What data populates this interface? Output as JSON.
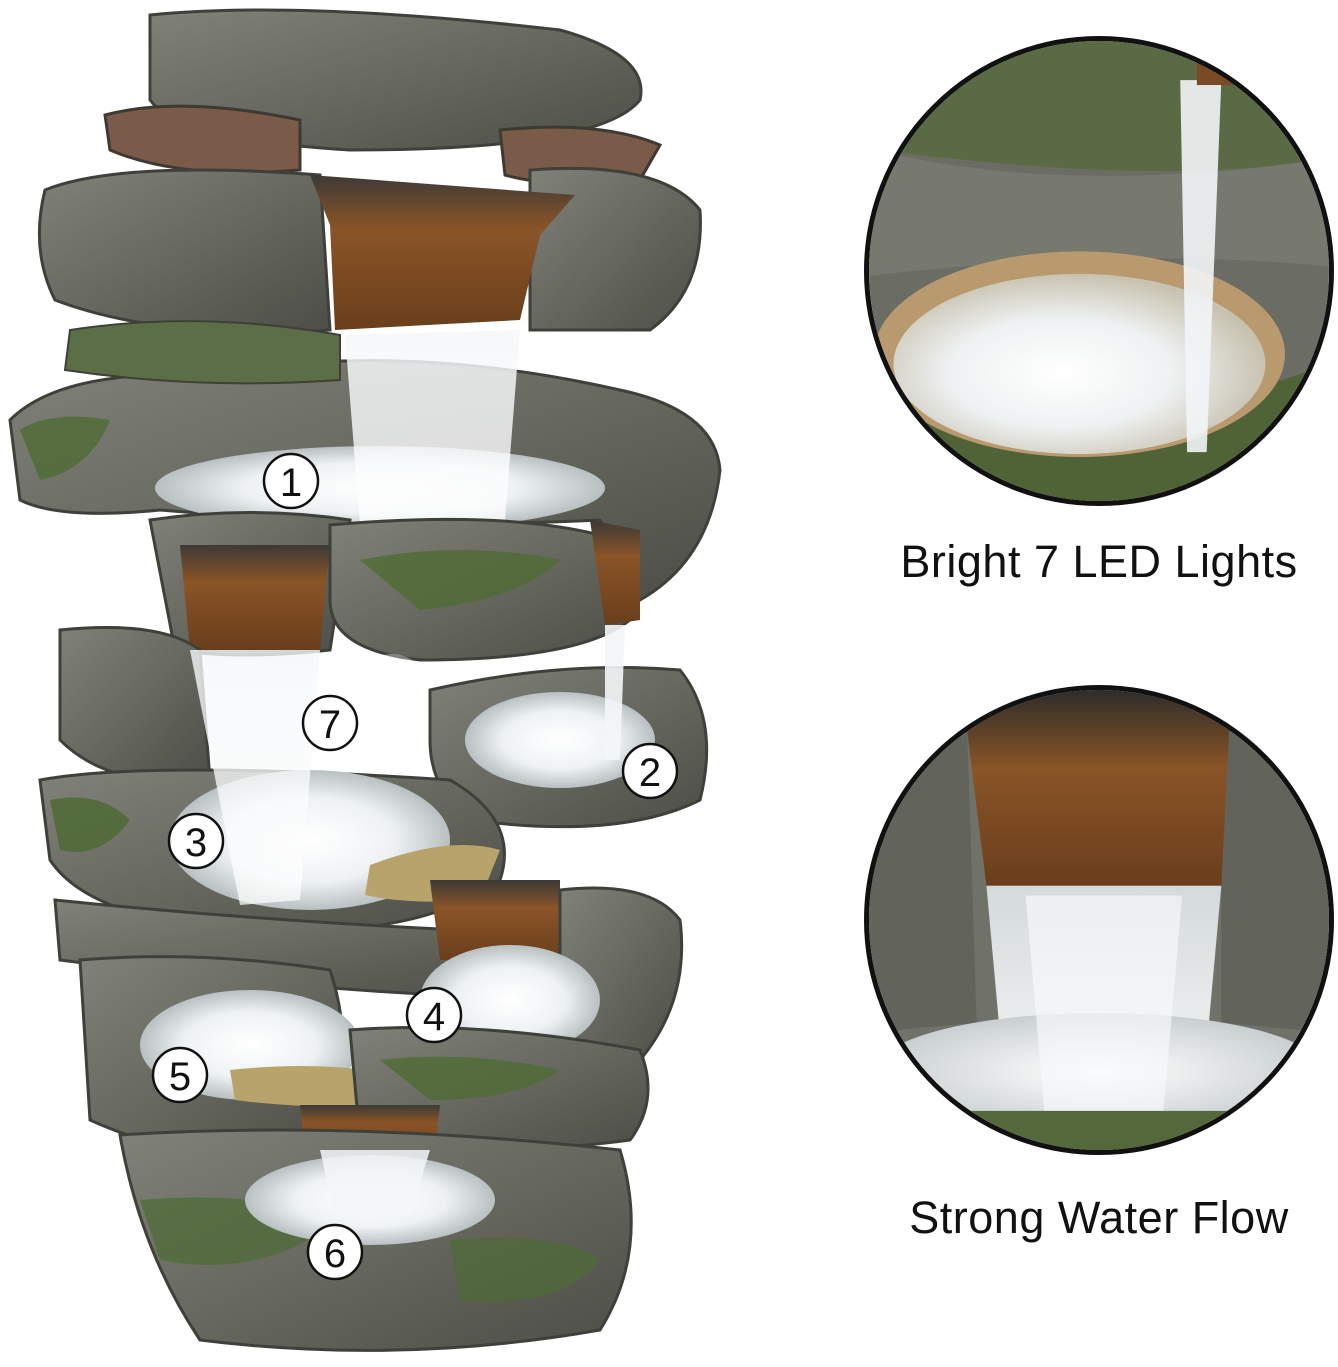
{
  "badges": [
    {
      "label": "1"
    },
    {
      "label": "2"
    },
    {
      "label": "3"
    },
    {
      "label": "4"
    },
    {
      "label": "5"
    },
    {
      "label": "6"
    },
    {
      "label": "7"
    }
  ],
  "captions": {
    "lights": "Bright 7 LED Lights",
    "flow": "Strong Water Flow"
  },
  "colors": {
    "rock": "#6e7068",
    "rock_dark": "#4a4c45",
    "moss": "#4f6b35",
    "spout": "#7a4a24",
    "water": "#e8eef2",
    "glow": "#ffffff"
  }
}
